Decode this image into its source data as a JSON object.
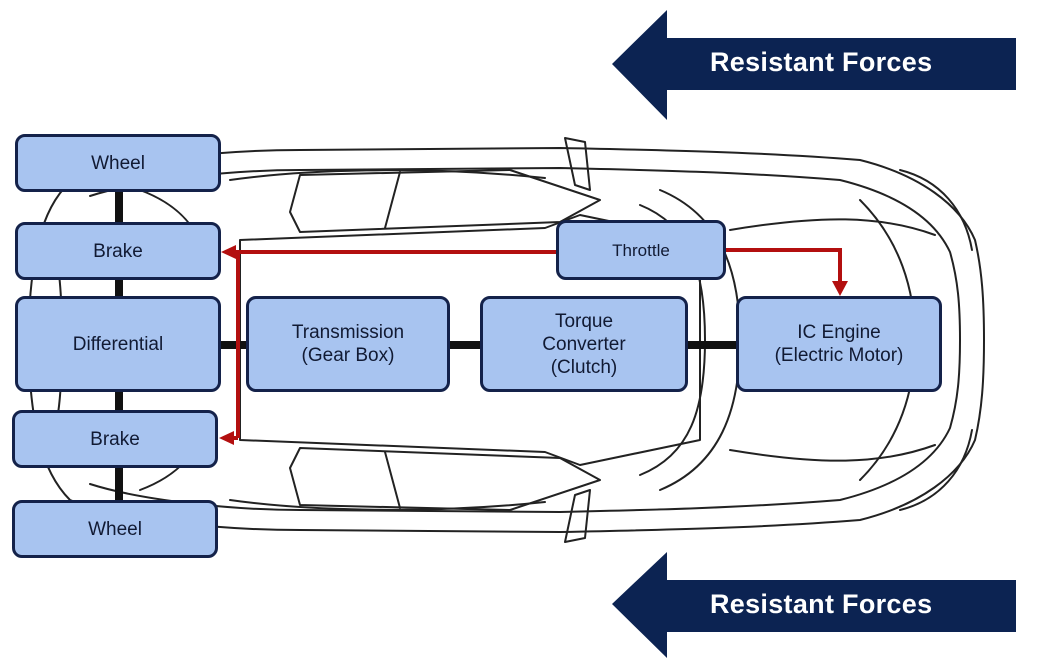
{
  "colors": {
    "box_fill": "#a8c4f0",
    "box_border": "#14224a",
    "banner": "#0c2352",
    "control_arrow": "#b30f0f",
    "shaft": "#111111",
    "car_outline": "#222222"
  },
  "banners": {
    "top": "Resistant Forces",
    "bottom": "Resistant Forces"
  },
  "components": {
    "wheel_top": "Wheel",
    "brake_top": "Brake",
    "differential": "Differential",
    "brake_bottom": "Brake",
    "wheel_bottom": "Wheel",
    "transmission": "Transmission\n(Gear Box)",
    "torque_converter": "Torque\nConverter\n(Clutch)",
    "engine": "IC Engine\n(Electric Motor)",
    "throttle": "Throttle"
  },
  "icons": {
    "arrow_top": "left-arrow-icon",
    "arrow_bottom": "left-arrow-icon"
  }
}
